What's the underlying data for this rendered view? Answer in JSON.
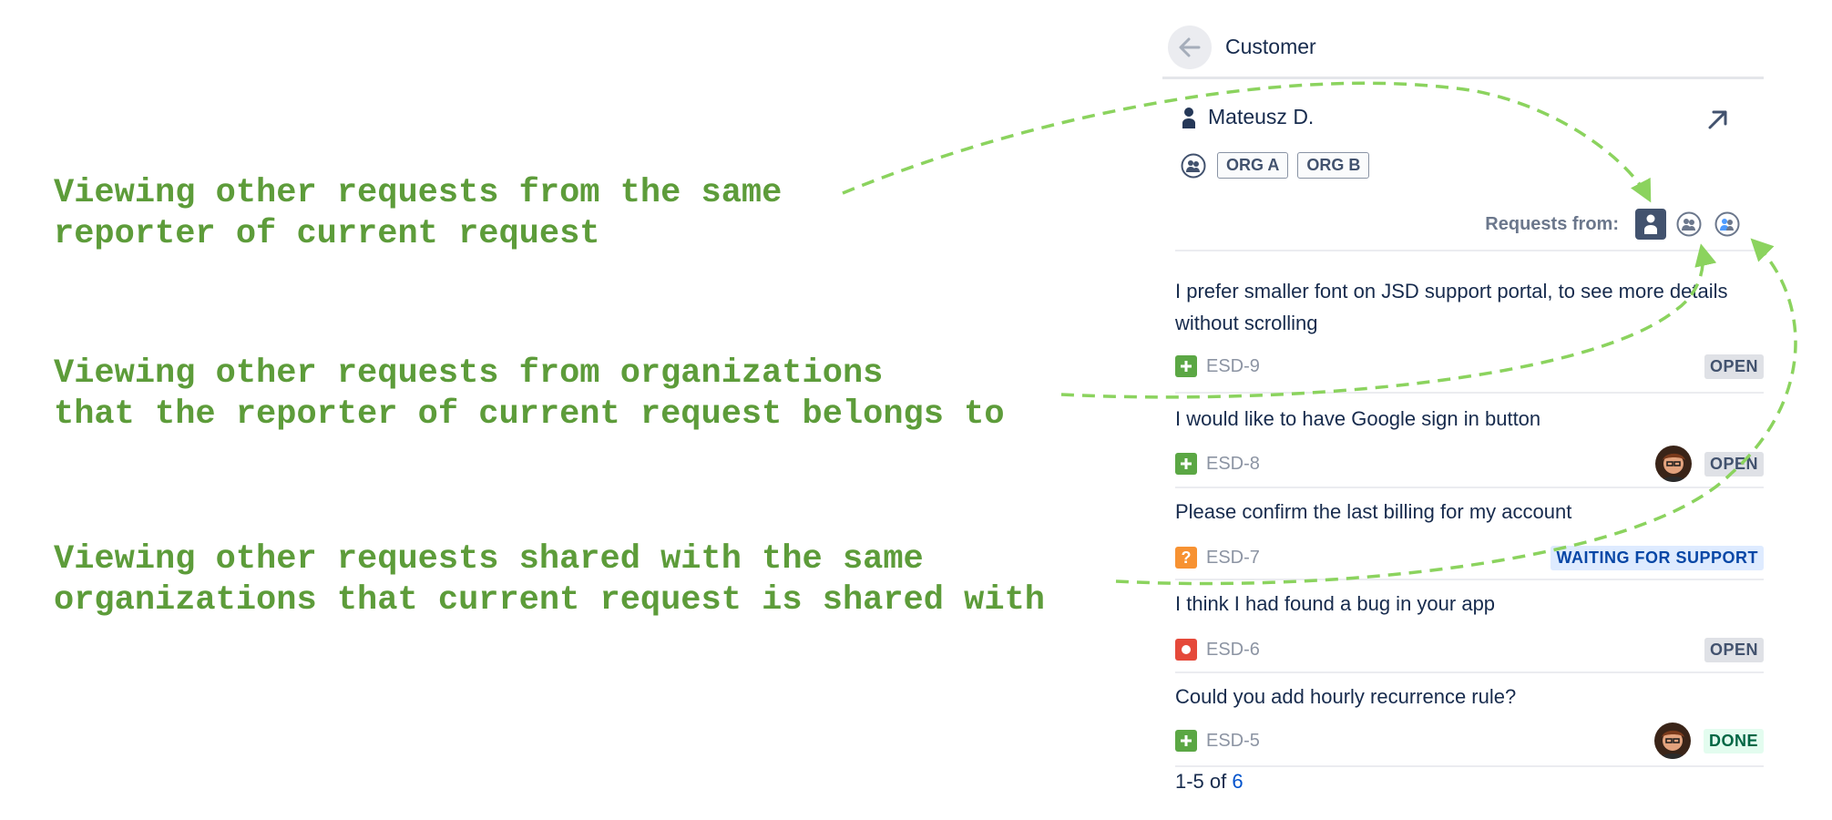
{
  "annotations": [
    {
      "line1": "Viewing other requests from the same",
      "line2": "reporter of current request"
    },
    {
      "line1": "Viewing other requests from organizations",
      "line2": "that the reporter of current request belongs to"
    },
    {
      "line1": "Viewing other requests shared with the same",
      "line2": "organizations that current request is shared with"
    }
  ],
  "panel": {
    "header_title": "Customer",
    "reporter_name": "Mateusz D.",
    "orgs": [
      "ORG A",
      "ORG B"
    ],
    "requests_from_label": "Requests from:",
    "requests": [
      {
        "title": "I prefer smaller font on JSD support portal, to see more details without scrolling",
        "key": "ESD-9",
        "type": "new-feature-icon",
        "status": "OPEN",
        "status_style": "gray",
        "has_avatar": false
      },
      {
        "title": "I would like to have Google sign in button",
        "key": "ESD-8",
        "type": "new-feature-icon",
        "status": "OPEN",
        "status_style": "gray",
        "has_avatar": true
      },
      {
        "title": "Please confirm the last billing for my account",
        "key": "ESD-7",
        "type": "question-icon",
        "status": "WAITING FOR SUPPORT",
        "status_style": "blue",
        "has_avatar": false
      },
      {
        "title": "I think I had found a bug in your app",
        "key": "ESD-6",
        "type": "bug-icon",
        "status": "OPEN",
        "status_style": "gray",
        "has_avatar": false
      },
      {
        "title": "Could you add hourly recurrence rule?",
        "key": "ESD-5",
        "type": "new-feature-icon",
        "status": "DONE",
        "status_style": "green",
        "has_avatar": true
      }
    ],
    "pager_range": "1-5 of ",
    "pager_total": "6"
  },
  "colors": {
    "annotation_green": "#5d9c3a",
    "arrow_green": "#8bd35e",
    "link_blue": "#0052cc",
    "feature_green": "#5ba744",
    "question_orange": "#f79232",
    "bug_red": "#e5493a"
  }
}
